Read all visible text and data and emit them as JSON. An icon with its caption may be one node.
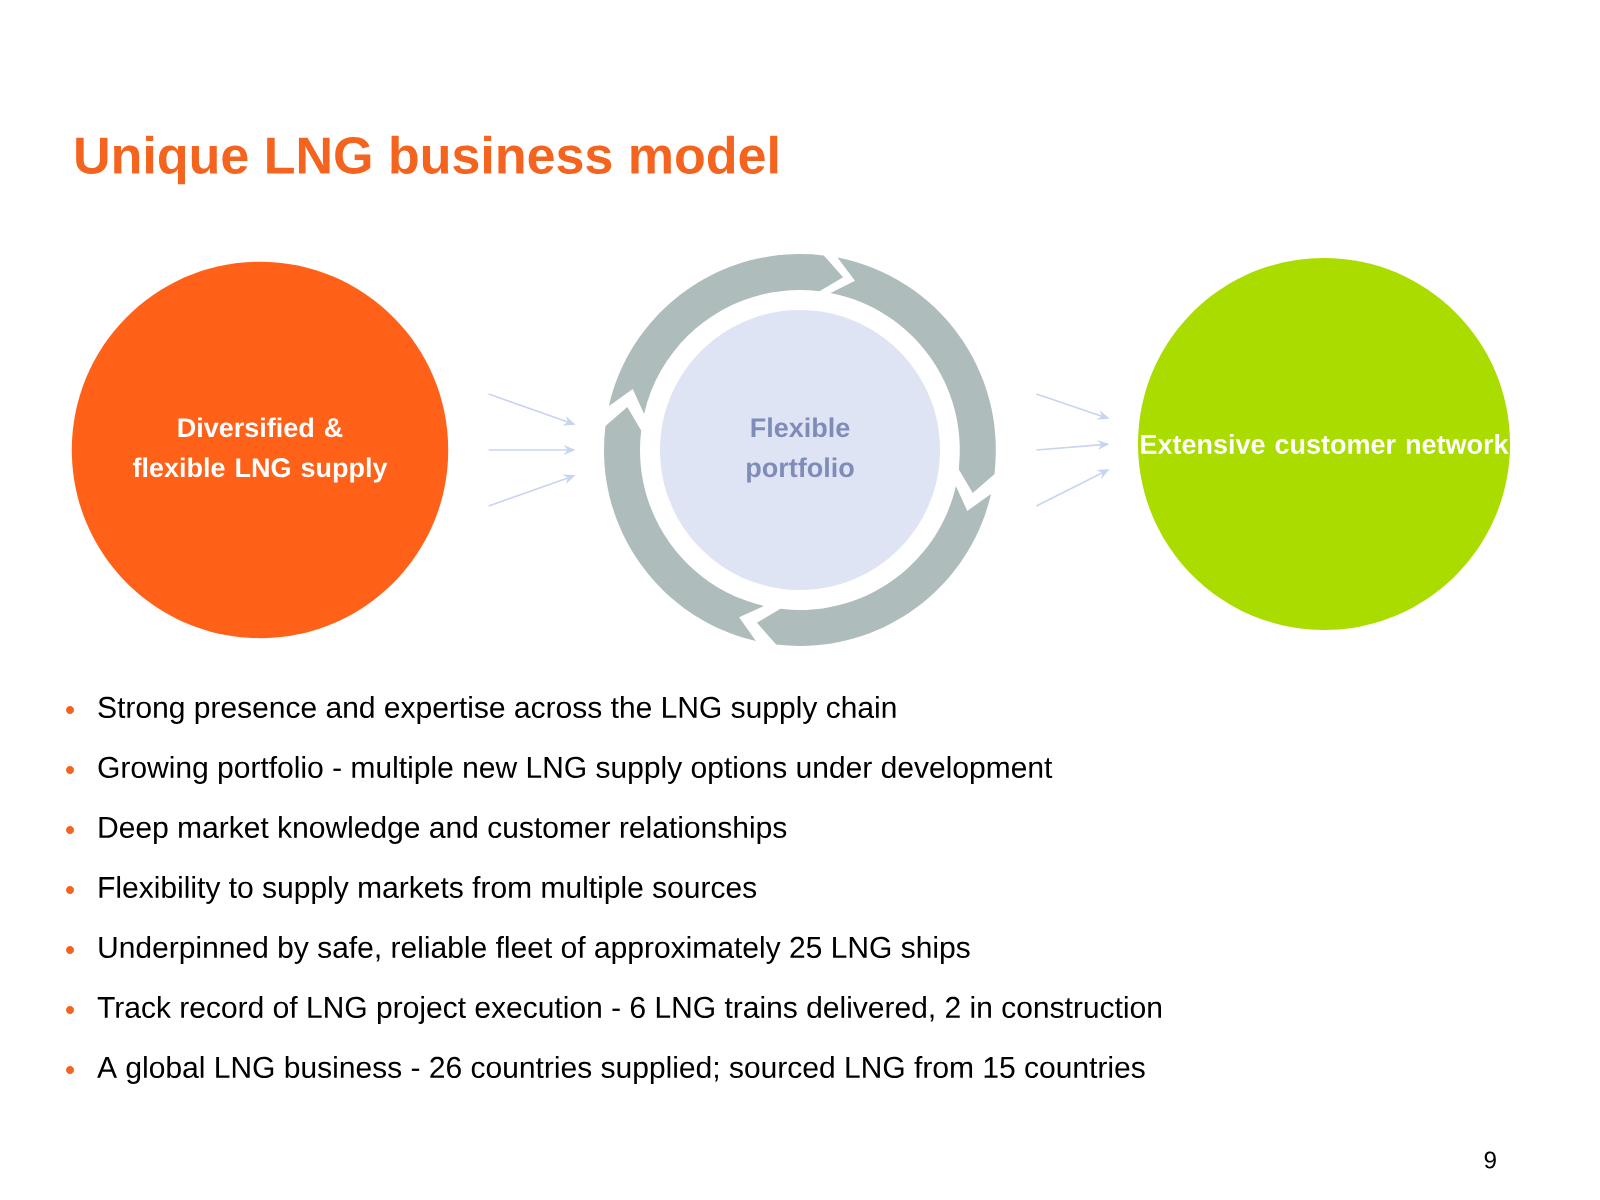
{
  "diagram": {
    "title": "Unique LNG business model",
    "nodes": [
      {
        "text": [
          "Diversified & flexible LNG supply"
        ]
      },
      {
        "text": [],
        "shape": "circle"
      },
      {
        "text": [
          "Flexible portfolio"
        ],
        "in": 1
      },
      {
        "text": [
          "Extensive customer network"
        ]
      }
    ],
    "edges": [
      {
        "from": 0,
        "to": 1,
        "arrow": "to"
      },
      {
        "from": 0,
        "to": 1,
        "arrow": "to"
      },
      {
        "from": 0,
        "to": 1,
        "arrow": "to"
      },
      {
        "from": 1,
        "to": 3,
        "arrow": "to"
      },
      {
        "from": 1,
        "to": 3,
        "arrow": "to"
      },
      {
        "from": 1,
        "to": 3,
        "arrow": "to"
      }
    ],
    "labels": [
      "Strong presence and expertise across the LNG supply chain",
      "Growing portfolio - multiple new LNG supply options under development",
      "Deep market knowledge and customer relationships",
      "Flexibility to supply markets from multiple sources",
      "Underpinned by safe, reliable fleet of approximately 25 LNG ships",
      "Track record of LNG project execution - 6 LNG trains delivered, 2 in construction",
      "A global LNG business - 26 countries supplied; sourced LNG from 15 countries",
      "9"
    ]
  }
}
